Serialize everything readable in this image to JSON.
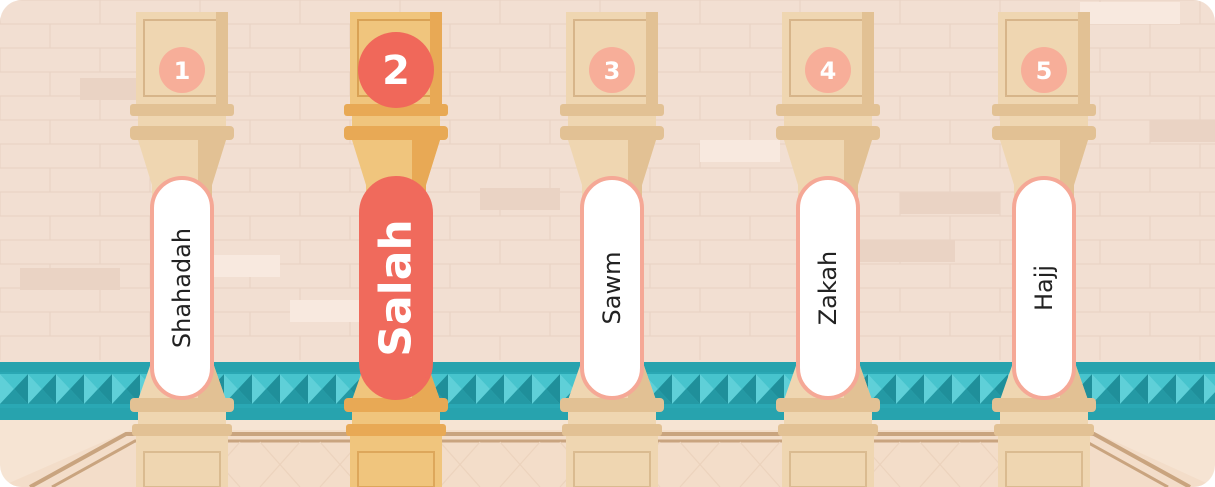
{
  "pillars": [
    {
      "number": "1",
      "label": "Shahadah",
      "active": false
    },
    {
      "number": "2",
      "label": "Salah",
      "active": true
    },
    {
      "number": "3",
      "label": "Sawm",
      "active": false
    },
    {
      "number": "4",
      "label": "Zakah",
      "active": false
    },
    {
      "number": "5",
      "label": "Hajj",
      "active": false
    }
  ],
  "colors": {
    "wall": "#f2dfd2",
    "brick_dark": "#ead3c4",
    "brick_light": "#f8e9df",
    "band_teal": "#2aa8b4",
    "band_light": "#4cc7d0",
    "band_dark": "#1f8f9a",
    "floor": "#f6e4d3",
    "floor_trim": "#c9a47f",
    "pillar_light": "#efd6b1",
    "pillar_mid": "#e2c194",
    "pillar_dark": "#c69f6f",
    "pillar_active_light": "#f0c57d",
    "pillar_active_mid": "#e8a955",
    "pillar_active_dark": "#c98a3a",
    "badge_inactive": "#f7ae99",
    "badge_active": "#f0685a",
    "label_border": "#f5a896",
    "label_active_fill": "#f06a5c"
  }
}
